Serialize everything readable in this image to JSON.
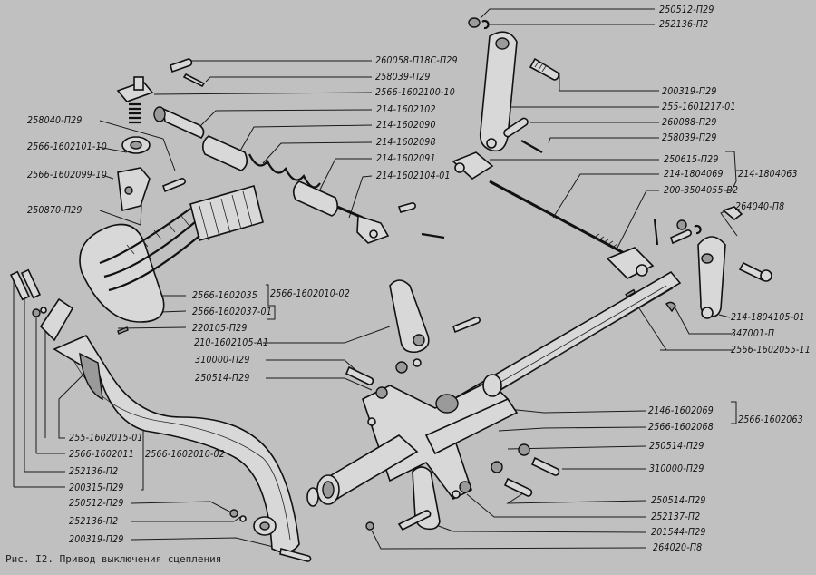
{
  "figure": {
    "caption": "Рис. I2. Привод выключения сцепления",
    "background_color": "#c0c0c0",
    "ink_color": "#111111"
  },
  "labels": {
    "top_right": [
      "250512-П29",
      "252136-П2",
      "200319-П29",
      "255-1601217-01",
      "260088-П29",
      "258039-П29"
    ],
    "rod_group": {
      "items": [
        "250615-П29",
        "214-1804069",
        "200-3504055-В2"
      ],
      "assembly": "214-1804063"
    },
    "right_mid": [
      "264040-П8",
      "214-1804105-01",
      "347001-П",
      "2566-1602055-11"
    ],
    "shaft_group": {
      "items": [
        "2146-1602069",
        "2566-1602068"
      ],
      "assembly": "2566-1602063"
    },
    "right_lower": [
      "250514-П29",
      "310000-П29",
      "250514-П29",
      "252137-П2",
      "201544-П29",
      "264020-П8"
    ],
    "spring_unit": [
      "260058-П18С-П29",
      "258039-П29",
      "2566-1602100-10",
      "214-1602102",
      "214-1602090",
      "214-1602098",
      "214-1602091",
      "214-1602104-01"
    ],
    "left_upper": [
      "258040-П29",
      "2566-1602101-10",
      "2566-1602099-10",
      "250870-П29"
    ],
    "boot_group": {
      "items": [
        "2566-1602035",
        "2566-1602037-01"
      ],
      "assembly": "2566-1602010-02"
    },
    "center_mid": [
      "220105-П29",
      "210-1602105-А1",
      "310000-П29",
      "250514-П29"
    ],
    "pedal_group": {
      "items": [
        "255-1602015-01",
        "2566-1602011",
        "252136-П2",
        "200315-П29"
      ],
      "assembly": "2566-1602010-02"
    },
    "left_lower": [
      "250512-П29",
      "252136-П2",
      "200319-П29"
    ]
  }
}
